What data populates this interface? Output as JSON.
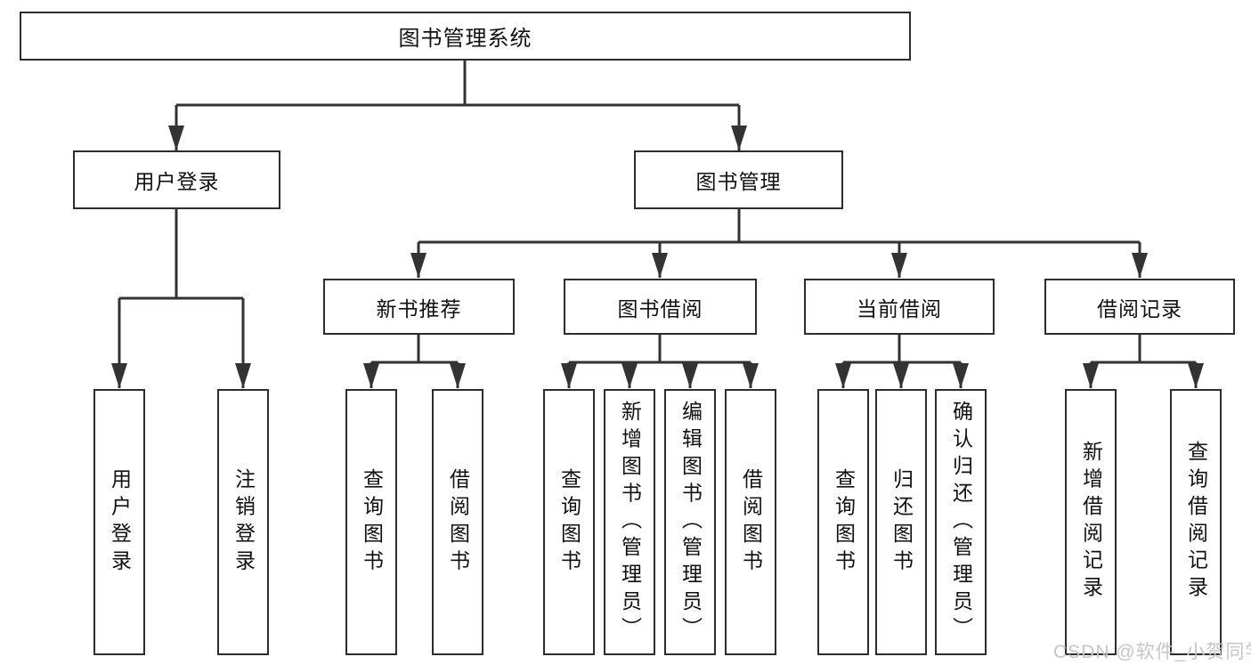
{
  "colors": {
    "background": "#ffffff",
    "line": "#333333",
    "box_border": "#2d2d2d",
    "text": "#111111",
    "watermark": "#c6c6c6"
  },
  "watermark": {
    "text": "CSDN @软件_小贺同学"
  },
  "tree": {
    "root": {
      "label": "图书管理系统",
      "children": [
        {
          "label": "用户登录",
          "children": [
            {
              "label": "用户登录"
            },
            {
              "label": "注销登录"
            }
          ]
        },
        {
          "label": "图书管理",
          "children": [
            {
              "label": "新书推荐",
              "children": [
                {
                  "label": "查询图书"
                },
                {
                  "label": "借阅图书"
                }
              ]
            },
            {
              "label": "图书借阅",
              "children": [
                {
                  "label": "查询图书"
                },
                {
                  "label": "新增图书（管理员）"
                },
                {
                  "label": "编辑图书（管理员）"
                },
                {
                  "label": "借阅图书"
                }
              ]
            },
            {
              "label": "当前借阅",
              "children": [
                {
                  "label": "查询图书"
                },
                {
                  "label": "归还图书"
                },
                {
                  "label": "确认归还（管理员）"
                }
              ]
            },
            {
              "label": "借阅记录",
              "children": [
                {
                  "label": "新增借阅记录"
                },
                {
                  "label": "查询借阅记录"
                }
              ]
            }
          ]
        }
      ]
    }
  }
}
